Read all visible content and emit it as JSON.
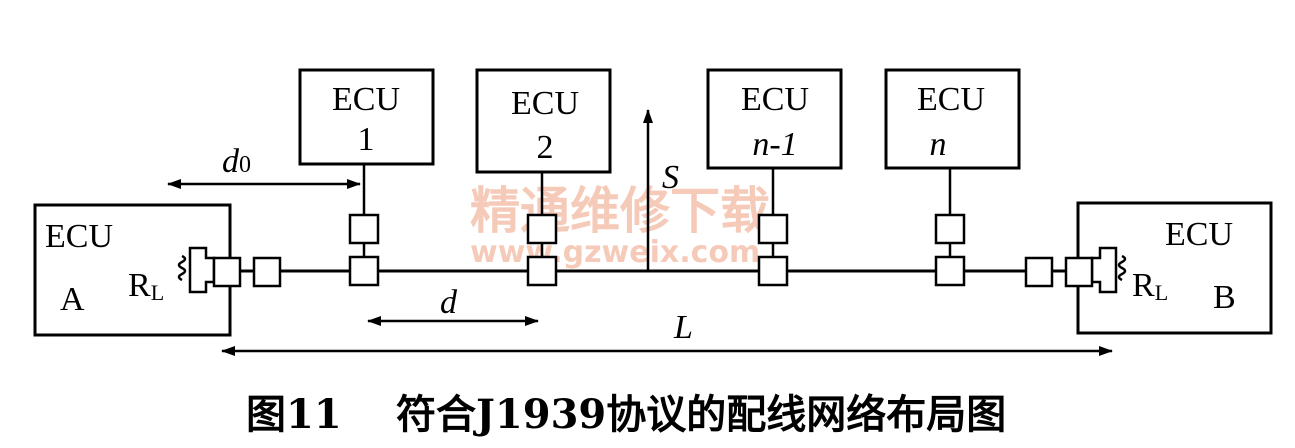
{
  "nodes": {
    "ecu1": {
      "label": "ECU",
      "index": "1"
    },
    "ecu2": {
      "label": "ECU",
      "index": "2"
    },
    "ecu_n1": {
      "label": "ECU",
      "index": "n-1"
    },
    "ecu_n": {
      "label": "ECU",
      "index": "n"
    },
    "ecuA": {
      "label": "ECU",
      "letter": "A"
    },
    "ecuB": {
      "label": "ECU",
      "letter": "B"
    }
  },
  "resistor": {
    "symbol": "R",
    "subscript": "L"
  },
  "dimensions": {
    "d0_main": "d",
    "d0_sub": "0",
    "d": "d",
    "S": "S",
    "L": "L"
  },
  "watermark": {
    "line1": "精通维修下载",
    "line2": "www.gzweix.com"
  },
  "caption": {
    "number": "图11",
    "title": "符合J1939协议的配线网络布局图"
  }
}
